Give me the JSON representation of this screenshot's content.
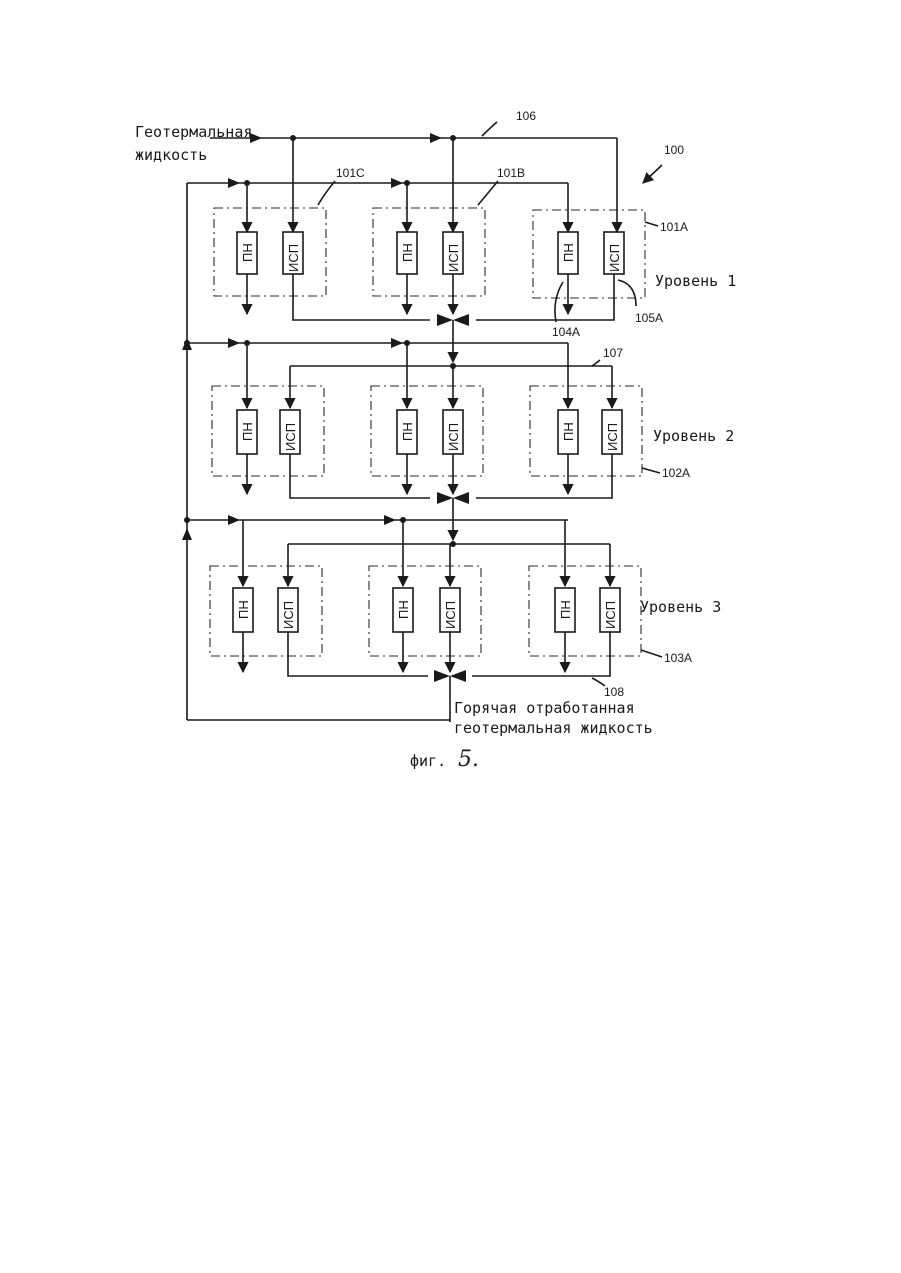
{
  "labels": {
    "inlet_line1": "Геотермальная",
    "inlet_line2": "жидкость",
    "outlet_line1": "Горячая отработанная",
    "outlet_line2": "геотермальная жидкость",
    "system_ref": "100",
    "line_106": "106",
    "line_107": "107",
    "line_108": "108",
    "unit_101c": "101C",
    "unit_101b": "101B",
    "unit_101a": "101A",
    "unit_102a": "102A",
    "unit_103a": "103A",
    "ref_104a": "104A",
    "ref_105a": "105A",
    "level1": "Уровень  1",
    "level2": "Уровень  2",
    "level3": "Уровень  3",
    "component_pn": "ПН",
    "component_isp": "ИСП",
    "caption_prefix": "фиг.",
    "caption_number": "5."
  },
  "levels": [
    "Уровень 1",
    "Уровень 2",
    "Уровень 3"
  ],
  "units_per_level": 3,
  "components": [
    "ПН",
    "ИСП"
  ]
}
